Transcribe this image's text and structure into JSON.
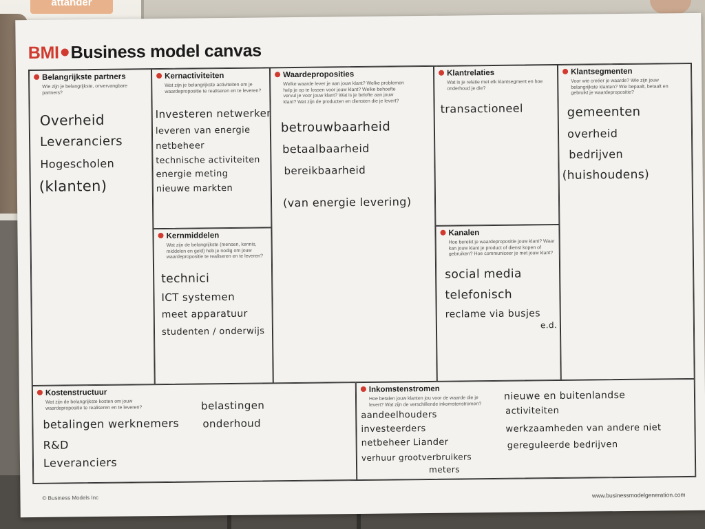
{
  "brand": {
    "prefix": "BMI",
    "title": "Business model canvas"
  },
  "background_sign": "attander",
  "blocks": {
    "partners": {
      "title": "Belangrijkste partners",
      "question": "Wie zijn je belangrijkste, onvervangbare partners?",
      "notes": [
        "Overheid",
        "Leveranciers",
        "Hogescholen",
        "(klanten)"
      ]
    },
    "activities": {
      "title": "Kernactiviteiten",
      "question": "Wat zijn je belangrijkste activiteiten om je waardepropositie te realiseren en te leveren?",
      "notes": [
        "Investeren netwerken",
        "leveren van energie",
        "netbeheer",
        "technische activiteiten",
        "energie meting",
        "nieuwe markten"
      ]
    },
    "resources": {
      "title": "Kernmiddelen",
      "question": "Wat zijn de belangrijkste (mensen, kennis, middelen en geld) heb je nodig om jouw waardepropositie te realiseren en te leveren?",
      "notes": [
        "technici",
        "ICT systemen",
        "meet apparatuur",
        "studenten / onderwijs"
      ]
    },
    "value": {
      "title": "Waardeproposities",
      "question": "Welke waarde lever je aan jouw klant? Welke problemen help je op te lossen voor jouw klant? Welke behoefte vervul je voor jouw klant? Wat is je belofte aan jouw klant? Wat zijn de producten en diensten die je levert?",
      "notes": [
        "betrouwbaarheid",
        "betaalbaarheid",
        "bereikbaarheid",
        "(van energie levering)"
      ]
    },
    "relations": {
      "title": "Klantrelaties",
      "question": "Wat is je relatie met elk klantsegment en hoe onderhoud je die?",
      "notes": [
        "transactioneel"
      ]
    },
    "channels": {
      "title": "Kanalen",
      "question": "Hoe bereikt je waardepropositie jouw klant? Waar kan jouw klant je product of dienst kopen of gebruiken? Hoe communiceer je met jouw klant?",
      "notes": [
        "social media",
        "telefonisch",
        "reclame via busjes",
        "e.d."
      ]
    },
    "segments": {
      "title": "Klantsegmenten",
      "question": "Voor wie creëer je waarde? Wie zijn jouw belangrijkste klanten? Wie bepaalt, betaalt en gebruikt je waardepropositie?",
      "notes": [
        "gemeenten",
        "overheid",
        "bedrijven",
        "(huishoudens)"
      ]
    },
    "costs": {
      "title": "Kostenstructuur",
      "question": "Wat zijn de belangrijkste kosten om jouw waardepropositie te realiseren en te leveren?",
      "notes": [
        "betalingen werknemers",
        "R&D",
        "Leveranciers",
        "belastingen",
        "onderhoud"
      ]
    },
    "revenue": {
      "title": "Inkomstenstromen",
      "question": "Hoe betalen jouw klanten jou voor de waarde die je levert? Wat zijn de verschillende inkomstenstromen?",
      "notes": [
        "aandeelhouders",
        "investeerders",
        "netbeheer Liander",
        "verhuur grootverbruikers",
        "meters",
        "nieuwe en buitenlandse",
        "activiteiten",
        "werkzaamheden van andere niet",
        "gereguleerde bedrijven"
      ]
    }
  },
  "footer": {
    "left": "© Business Models Inc",
    "right": "www.businessmodelgeneration.com"
  },
  "colors": {
    "accent": "#d03a2f",
    "paper": "#f3f2ee",
    "ink": "#262626"
  }
}
